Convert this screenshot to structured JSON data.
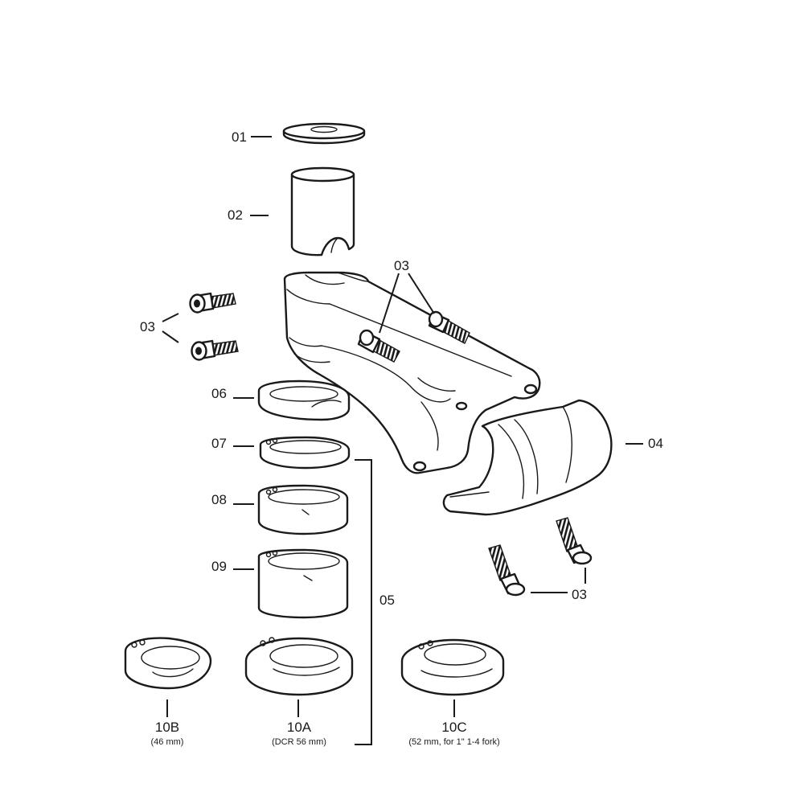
{
  "labels": {
    "l01": "01",
    "l02": "02",
    "l03_left": "03",
    "l03_top": "03",
    "l03_bottom": "03",
    "l04": "04",
    "l05": "05",
    "l06": "06",
    "l07": "07",
    "l08": "08",
    "l09": "09",
    "l10a": "10A",
    "l10b": "10B",
    "l10c": "10C"
  },
  "sublabels": {
    "s10a": "(DCR 56 mm)",
    "s10b": "(46 mm)",
    "s10c": "(52 mm, for 1\" 1-4 fork)"
  },
  "colors": {
    "line": "#1a1a1a",
    "background": "#ffffff"
  }
}
